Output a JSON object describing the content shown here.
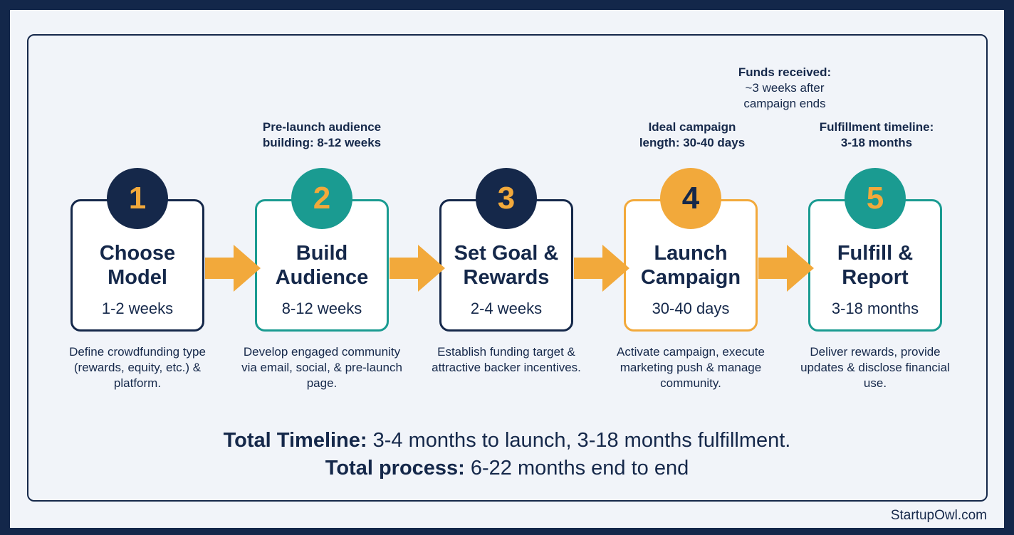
{
  "notes": {
    "prelaunch": {
      "title": "Pre-launch audience",
      "text": "building: 8-12 weeks"
    },
    "campaign": {
      "title": "Ideal campaign",
      "text": "length: 30-40 days"
    },
    "funds": {
      "title": "Funds received:",
      "line1": "~3 weeks after",
      "line2": "campaign ends"
    },
    "fulfillment": {
      "title": "Fulfillment timeline:",
      "text": "3-18 months"
    }
  },
  "steps": [
    {
      "number": "1",
      "title": "Choose\nModel",
      "duration": "1-2 weeks",
      "description": "Define crowdfunding type (rewards, equity, etc.) & platform."
    },
    {
      "number": "2",
      "title": "Build\nAudience",
      "duration": "8-12 weeks",
      "description": "Develop engaged community via email, social, & pre-launch page."
    },
    {
      "number": "3",
      "title": "Set Goal &\nRewards",
      "duration": "2-4 weeks",
      "description": "Establish funding target & attractive backer incentives."
    },
    {
      "number": "4",
      "title": "Launch\nCampaign",
      "duration": "30-40 days",
      "description": "Activate campaign, execute marketing push & manage community."
    },
    {
      "number": "5",
      "title": "Fulfill &\nReport",
      "duration": "3-18 months",
      "description": "Deliver rewards, provide updates & disclose financial use."
    }
  ],
  "totals": {
    "timeline_label": "Total Timeline:",
    "timeline_value": " 3-4 months to launch, 3-18 months fulfillment.",
    "process_label": "Total process:",
    "process_value": " 6-22 months end to end"
  },
  "brand": "StartupOwl.com",
  "colors": {
    "navy": "#15284a",
    "teal": "#1a9b91",
    "orange": "#f2a93b",
    "background": "#f1f4f9"
  }
}
